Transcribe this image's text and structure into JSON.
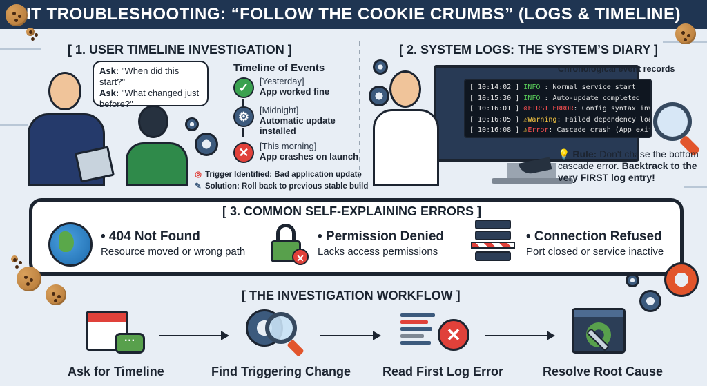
{
  "banner": {
    "title": "IT TROUBLESHOOTING: “FOLLOW THE COOKIE CRUMBS” (LOGS & TIMELINE)"
  },
  "section1": {
    "title": "[ 1. USER TIMELINE INVESTIGATION ]",
    "bubble": {
      "ask_label": "Ask:",
      "q1": "\"When did this start?\"",
      "q2": "\"What changed just before?\""
    },
    "timeline_title": "Timeline of Events",
    "events": [
      {
        "time": "[Yesterday]",
        "event": "App worked fine",
        "icon": "check-icon",
        "color": "#3aa150"
      },
      {
        "time": "[Midnight]",
        "event": "Automatic update installed",
        "icon": "gear-icon",
        "color": "#3c5a7d"
      },
      {
        "time": "[This morning]",
        "event": "App crashes on launch",
        "icon": "x-icon",
        "color": "#e0413a"
      }
    ],
    "trigger": "Trigger Identified: Bad application update",
    "solution": "Solution: Roll back to previous stable build"
  },
  "section2": {
    "title": "[ 2. SYSTEM LOGS: THE SYSTEM’S DIARY ]",
    "chrono": "Chronological event records",
    "logs": [
      {
        "ts": "[ 10:14:02 ]",
        "level": "INFO",
        "msg": ": Normal service start",
        "type": "info"
      },
      {
        "ts": "[ 10:15:30 ]",
        "level": "INFO",
        "msg": ": Auto-update completed",
        "type": "info"
      },
      {
        "ts": "[ 10:16:01 ]",
        "level": "FIRST ERROR",
        "msg": ": Config syntax invalid",
        "type": "err"
      },
      {
        "ts": "[ 10:16:05 ]",
        "level": "Warning",
        "msg": ": Failed dependency load",
        "type": "warn"
      },
      {
        "ts": "[ 10:16:08 ]",
        "level": "Error",
        "msg": ": Cascade crash (App exit)",
        "type": "err"
      }
    ],
    "rule_label": "Rule:",
    "rule_text1": "Don't chase the bottom cascade error.",
    "rule_text2": "Backtrack to the very FIRST log entry!"
  },
  "section3": {
    "title": "[ 3. COMMON SELF-EXPLAINING ERRORS ]",
    "errors": [
      {
        "title": "• 404 Not Found",
        "desc": "Resource moved or wrong path"
      },
      {
        "title": "• Permission Denied",
        "desc": "Lacks access permissions"
      },
      {
        "title": "• Connection Refused",
        "desc": "Port closed or service inactive"
      }
    ]
  },
  "workflow": {
    "title": "[ THE INVESTIGATION WORKFLOW ]",
    "steps": [
      {
        "label": "Ask for Timeline"
      },
      {
        "label": "Find Triggering Change"
      },
      {
        "label": "Read First Log Error"
      },
      {
        "label": "Resolve Root Cause"
      }
    ]
  },
  "colors": {
    "banner": "#1f3552",
    "accent_red": "#e0413a",
    "accent_green": "#58a04c",
    "accent_orange": "#e2552c"
  }
}
